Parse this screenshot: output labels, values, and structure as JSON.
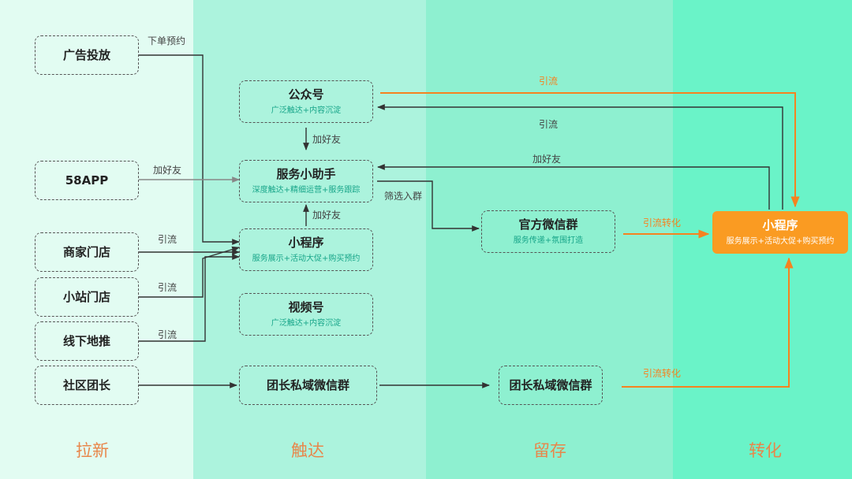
{
  "stages": [
    "拉新",
    "触达",
    "留存",
    "转化"
  ],
  "sources": {
    "ads": "广告投放",
    "app58": "58APP",
    "merchant": "商家门店",
    "station": "小站门店",
    "offline": "线下地推",
    "community": "社区团长"
  },
  "touch": {
    "official": {
      "title": "公众号",
      "sub": "广泛触达+内容沉淀"
    },
    "assistant": {
      "title": "服务小助手",
      "sub": "深度触达+精细运营+服务跟踪"
    },
    "miniapp": {
      "title": "小程序",
      "sub": "服务展示+活动大促+购买预约"
    },
    "video": {
      "title": "视频号",
      "sub": "广泛触达+内容沉淀"
    },
    "leader_group": {
      "title": "团长私域微信群"
    }
  },
  "retain": {
    "official_group": {
      "title": "官方微信群",
      "sub": "服务传递+氛围打造"
    },
    "leader_group": {
      "title": "团长私域微信群"
    }
  },
  "convert": {
    "miniapp": {
      "title": "小程序",
      "sub": "服务展示+活动大促+购买预约"
    }
  },
  "edge_labels": {
    "order_booking": "下单预约",
    "add_friend_58": "加好友",
    "flow_merchant": "引流",
    "flow_station": "引流",
    "flow_offline": "引流",
    "add_friend_official": "加好友",
    "add_friend_mini": "加好友",
    "filter_join": "筛选入群",
    "flow_to_mini": "引流",
    "flow_back": "引流",
    "add_friend_back": "加好友",
    "convert_group": "引流转化",
    "convert_leader": "引流转化"
  },
  "colors": {
    "orange": "#f58220",
    "teal_text": "#17a589",
    "stage_text": "#e8864a"
  }
}
